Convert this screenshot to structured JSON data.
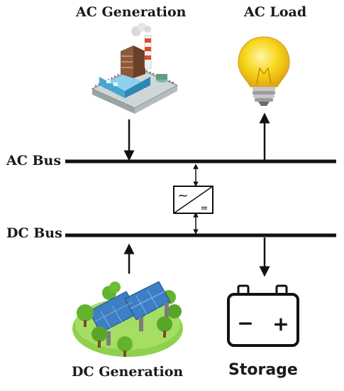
{
  "labels": {
    "ac_generation": "AC Generation",
    "ac_load": "AC Load",
    "ac_bus": "AC Bus",
    "dc_bus": "DC Bus",
    "dc_generation": "DC Generation",
    "storage": "Storage"
  },
  "converter": {
    "ac_symbol": "~",
    "dc_symbol": "="
  },
  "battery": {
    "minus": "−",
    "plus": "+"
  },
  "icons": {
    "ac_generation": "factory-icon",
    "ac_load": "light-bulb-icon",
    "converter": "ac-dc-converter-icon",
    "dc_generation": "solar-farm-icon",
    "storage": "battery-icon"
  },
  "colors": {
    "bus_line": "#111111",
    "bulb": "#f7d61c",
    "factory_chimney": "#e04a2a",
    "solar_panel": "#3d7fc4",
    "trees": "#63b32e"
  }
}
